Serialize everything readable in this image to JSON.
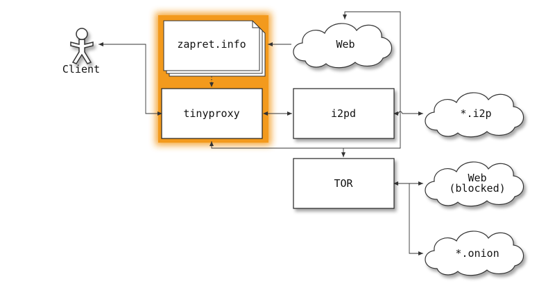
{
  "nodes": {
    "client": "Client",
    "zapret": "zapret.info",
    "tinyproxy": "tinyproxy",
    "i2pd": "i2pd",
    "tor": "TOR",
    "web": "Web",
    "i2p": "*.i2p",
    "web_blocked_line1": "Web",
    "web_blocked_line2": "(blocked)",
    "onion": "*.onion"
  },
  "colors": {
    "highlight": "#F39A1D",
    "box_stroke": "#222222",
    "edge": "#333333",
    "cloud_fill": "#ffffff"
  }
}
